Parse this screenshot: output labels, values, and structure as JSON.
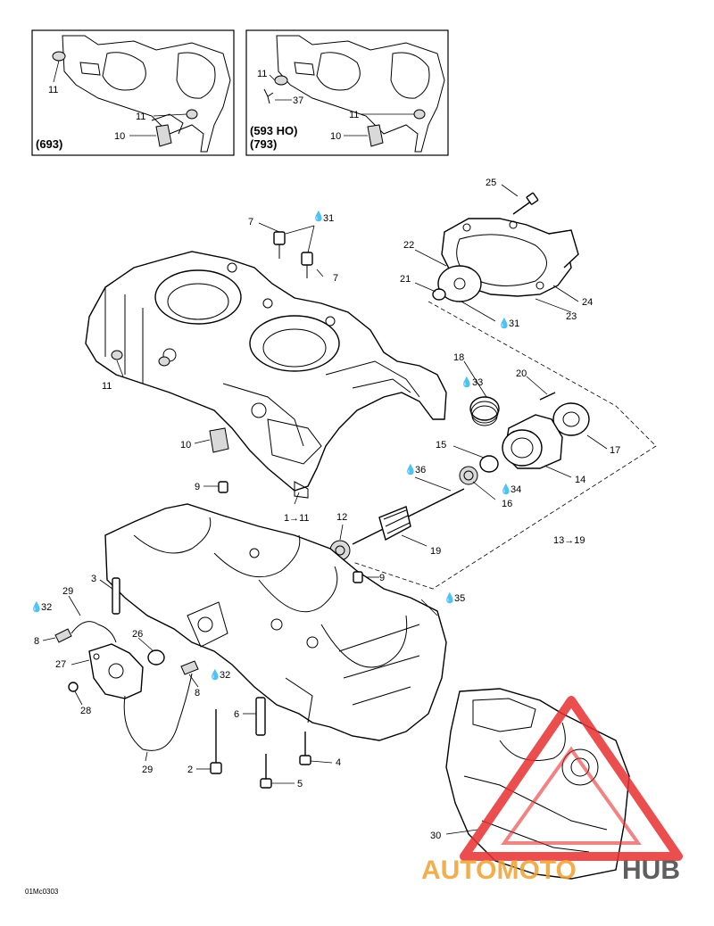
{
  "insets": [
    {
      "label": "(693)",
      "callouts": [
        "11",
        "11",
        "10"
      ]
    },
    {
      "label_lines": [
        "(593 HO)",
        "(793)"
      ],
      "callouts": [
        "11",
        "37",
        "11",
        "10"
      ]
    }
  ],
  "callouts": {
    "c7a": "7",
    "c7b": "7",
    "c31a": "31",
    "c31b": "31",
    "c25": "25",
    "c22": "22",
    "c21": "21",
    "c24": "24",
    "c23": "23",
    "c18": "18",
    "c20": "20",
    "c33": "33",
    "c17": "17",
    "c15": "15",
    "c14": "14",
    "c34": "34",
    "c16": "16",
    "c36": "36",
    "c11": "11",
    "c10": "10",
    "c9a": "9",
    "c9b": "9",
    "c1to11": "1→11",
    "c12": "12",
    "c19": "19",
    "c13to19": "13→19",
    "c3": "3",
    "c29a": "29",
    "c29b": "29",
    "c32a": "32",
    "c32b": "32",
    "c35": "35",
    "c8a": "8",
    "c8b": "8",
    "c26": "26",
    "c27": "27",
    "c28": "28",
    "c6": "6",
    "c2": "2",
    "c4": "4",
    "c5": "5",
    "c30": "30"
  },
  "figure_code": "01Mc0303",
  "watermark": {
    "part1": "AUTOMOTO",
    "part2": "HUB",
    "color1": "#f0a030",
    "color2": "#444444",
    "accent": "#e83030"
  }
}
